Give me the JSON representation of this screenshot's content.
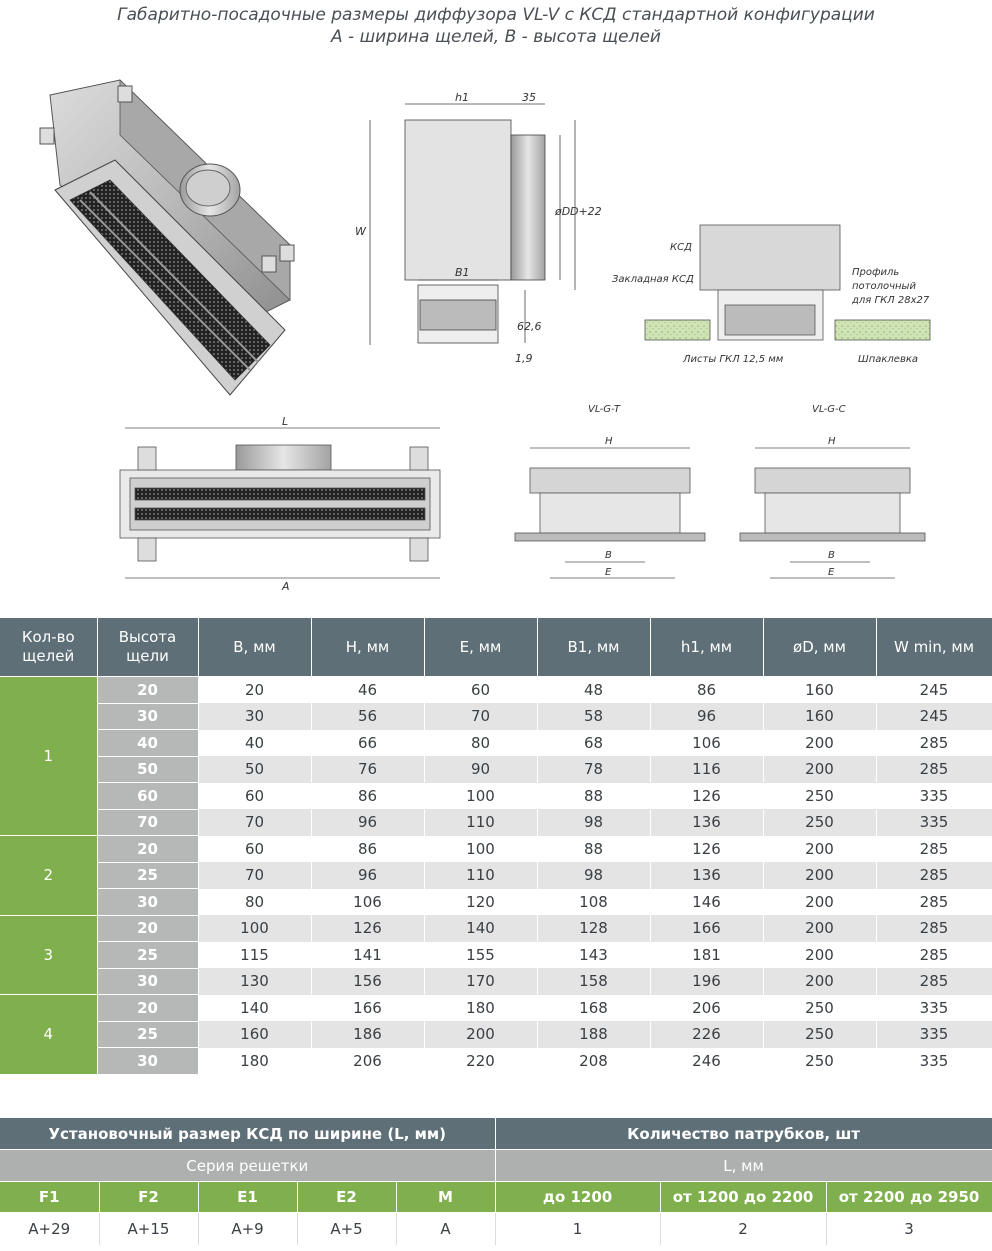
{
  "title": {
    "line1": "Габаритно-посадочные размеры диффузора VL-V с КСД стандартной конфигурации",
    "line2": "A - ширина щелей, B - высота щелей"
  },
  "drawing_labels": {
    "h1": "h1",
    "d35": "35",
    "W": "W",
    "phiD": "øD",
    "D22": "D+22",
    "B1": "B1",
    "d626": "62,6",
    "d19": "1,9",
    "ksd": "КСД",
    "zakladnaya": "Закладная КСД",
    "profil1": "Профиль",
    "profil2": "потолочный",
    "profil3": "для ГКЛ 28x27",
    "listy": "Листы ГКЛ 12,5 мм",
    "shpaklevka": "Шпаклевка",
    "L": "L",
    "A": "A",
    "vlgt": "VL-G-T",
    "vlgc": "VL-G-C",
    "H": "H",
    "B": "B",
    "E": "E"
  },
  "table1": {
    "headers": [
      "Кол-во щелей",
      "Высота щели",
      "B, мм",
      "H, мм",
      "E, мм",
      "B1, мм",
      "h1, мм",
      "øD, мм",
      "W min, мм"
    ],
    "groups": [
      {
        "count": "1",
        "rows": [
          [
            "20",
            "20",
            "46",
            "60",
            "48",
            "86",
            "160",
            "245"
          ],
          [
            "30",
            "30",
            "56",
            "70",
            "58",
            "96",
            "160",
            "245"
          ],
          [
            "40",
            "40",
            "66",
            "80",
            "68",
            "106",
            "200",
            "285"
          ],
          [
            "50",
            "50",
            "76",
            "90",
            "78",
            "116",
            "200",
            "285"
          ],
          [
            "60",
            "60",
            "86",
            "100",
            "88",
            "126",
            "250",
            "335"
          ],
          [
            "70",
            "70",
            "96",
            "110",
            "98",
            "136",
            "250",
            "335"
          ]
        ]
      },
      {
        "count": "2",
        "rows": [
          [
            "20",
            "60",
            "86",
            "100",
            "88",
            "126",
            "200",
            "285"
          ],
          [
            "25",
            "70",
            "96",
            "110",
            "98",
            "136",
            "200",
            "285"
          ],
          [
            "30",
            "80",
            "106",
            "120",
            "108",
            "146",
            "200",
            "285"
          ]
        ]
      },
      {
        "count": "3",
        "rows": [
          [
            "20",
            "100",
            "126",
            "140",
            "128",
            "166",
            "200",
            "285"
          ],
          [
            "25",
            "115",
            "141",
            "155",
            "143",
            "181",
            "200",
            "285"
          ],
          [
            "30",
            "130",
            "156",
            "170",
            "158",
            "196",
            "200",
            "285"
          ]
        ]
      },
      {
        "count": "4",
        "rows": [
          [
            "20",
            "140",
            "166",
            "180",
            "168",
            "206",
            "250",
            "335"
          ],
          [
            "25",
            "160",
            "186",
            "200",
            "188",
            "226",
            "250",
            "335"
          ],
          [
            "30",
            "180",
            "206",
            "220",
            "208",
            "246",
            "250",
            "335"
          ]
        ]
      }
    ]
  },
  "table2": {
    "left_header": "Установочный размер КСД по ширине (L, мм)",
    "right_header": "Количество патрубков, шт",
    "left_sub": "Серия решетки",
    "right_sub": "L, мм",
    "left_cols": [
      "F1",
      "F2",
      "E1",
      "E2",
      "M"
    ],
    "right_cols": [
      "до 1200",
      "от 1200 до 2200",
      "от 2200 до 2950"
    ],
    "left_vals": [
      "A+29",
      "A+15",
      "A+9",
      "A+5",
      "A"
    ],
    "right_vals": [
      "1",
      "2",
      "3"
    ]
  }
}
